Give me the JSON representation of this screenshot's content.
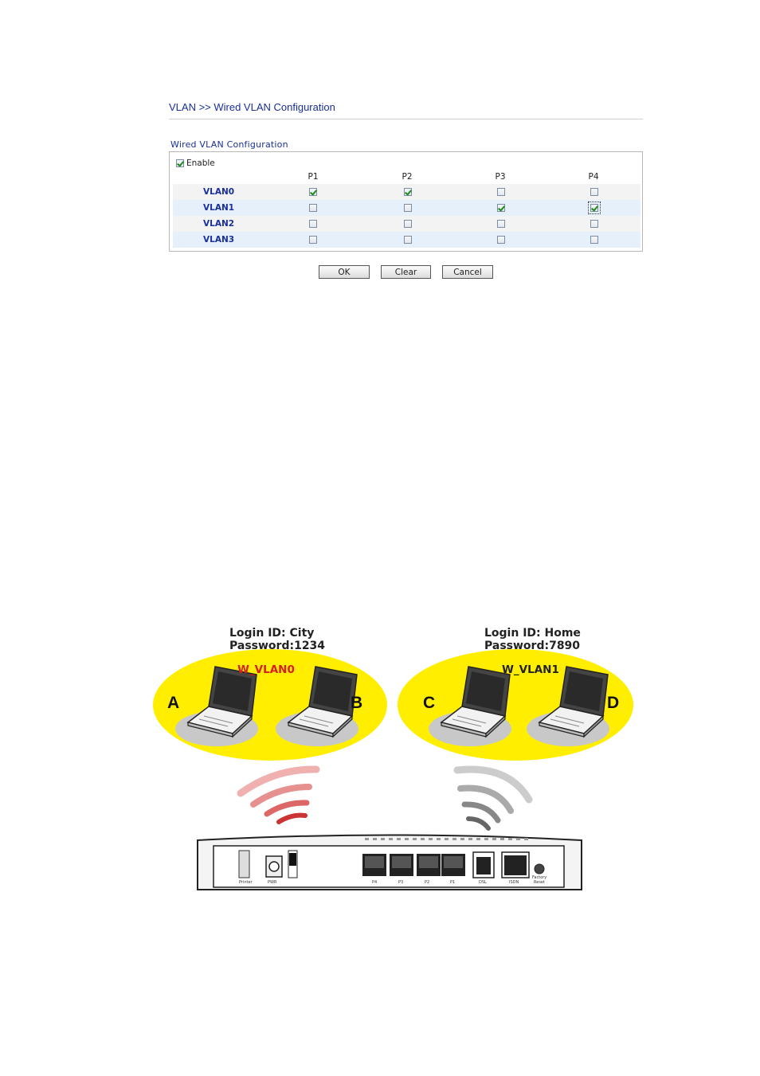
{
  "header": {
    "breadcrumb": "VLAN >> Wired VLAN Configuration",
    "section_title": "Wired VLAN Configuration"
  },
  "config": {
    "enable_label": "Enable",
    "enable_checked": true,
    "columns": [
      "P1",
      "P2",
      "P3",
      "P4"
    ],
    "rows": [
      {
        "label": "VLAN0",
        "checks": [
          true,
          true,
          false,
          false
        ]
      },
      {
        "label": "VLAN1",
        "checks": [
          false,
          false,
          true,
          true
        ]
      },
      {
        "label": "VLAN2",
        "checks": [
          false,
          false,
          false,
          false
        ]
      },
      {
        "label": "VLAN3",
        "checks": [
          false,
          false,
          false,
          false
        ]
      }
    ]
  },
  "buttons": {
    "ok": "OK",
    "clear": "Clear",
    "cancel": "Cancel"
  },
  "diagram": {
    "group_left": {
      "login_id": "Login ID: City",
      "password": "Password:1234",
      "vlan": "W_VLAN0",
      "vlan_color": "#d42020",
      "clients": [
        "A",
        "B"
      ]
    },
    "group_right": {
      "login_id": "Login ID: Home",
      "password": "Password:7890",
      "vlan": "W_VLAN1",
      "vlan_color": "#222222",
      "clients": [
        "C",
        "D"
      ]
    },
    "router_ports": {
      "printer": "Printer",
      "pwr": "PWR",
      "lan": [
        "P4",
        "P3",
        "P2",
        "P1"
      ],
      "dsl": "DSL",
      "isdn": "ISDN",
      "reset_line1": "Factory",
      "reset_line2": "Reset"
    },
    "colors": {
      "ellipse": "#ffee00",
      "wave_left": "#e07070",
      "wave_right": "#999999"
    }
  }
}
